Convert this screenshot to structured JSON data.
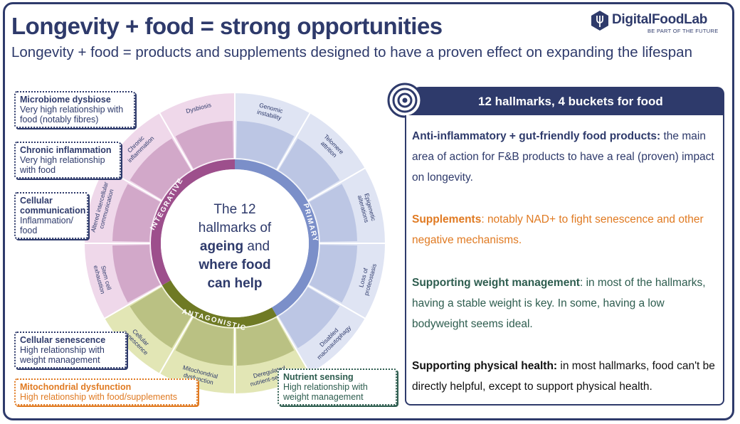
{
  "header": {
    "title": "Longevity + food = strong opportunities",
    "subtitle": "Longevity + food = products and supplements designed to have a proven effect on expanding the lifespan"
  },
  "logo": {
    "name": "DigitalFoodLab",
    "tagline": "BE PART OF THE FUTURE",
    "icon": "hexagon-fork-icon"
  },
  "callouts": [
    {
      "title": "Microbiome dysbiose",
      "text": "Very high relationship with food (notably fibres)"
    },
    {
      "title": "Chronic inflammation",
      "text": "Very high relationship with food"
    },
    {
      "title": "Cellular communication",
      "text": "Inflammation/ food"
    },
    {
      "title": "Cellular senescence",
      "text": "High relationship with weight management"
    },
    {
      "title": "Mitochondrial dysfunction",
      "text": "High relationship with food/supplements"
    },
    {
      "title": "Nutrient sensing",
      "text": "High relationship with weight management"
    }
  ],
  "wheel": {
    "center_line1": "The 12",
    "center_line2": "hallmarks of",
    "center_line3": "ageing",
    "center_line3b": "and",
    "center_line4": "where food",
    "center_line5": "can help",
    "ring_primary": "PRIMARY",
    "ring_antagonistic": "ANTAGONISTIC",
    "ring_integrative": "INTEGRATIVE",
    "segments": [
      {
        "label1": "Genomic",
        "label2": "instability"
      },
      {
        "label1": "Telomere",
        "label2": "attrition"
      },
      {
        "label1": "Epigenetic",
        "label2": "alterations"
      },
      {
        "label1": "Loss of",
        "label2": "proteostasis"
      },
      {
        "label1": "Disabled",
        "label2": "macroautophagy"
      },
      {
        "label1": "Deregulated",
        "label2": "nutrient-sensing"
      },
      {
        "label1": "Mitochondrial",
        "label2": "dysfunction"
      },
      {
        "label1": "Cellular",
        "label2": "senescence"
      },
      {
        "label1": "Stem cell",
        "label2": "exhaustion"
      },
      {
        "label1": "Altered intercellular",
        "label2": "communication"
      },
      {
        "label1": "Chronic",
        "label2": "inflammation"
      },
      {
        "label1": "Dysbiosis",
        "label2": ""
      }
    ],
    "colors": {
      "primary": "#7b8fc9",
      "primary_light": "#dfe4f3",
      "antagonistic": "#6f7a24",
      "antagonistic_light": "#e2e6b5",
      "integrative": "#9d4f8c",
      "integrative_light": "#efd8ea"
    }
  },
  "panel": {
    "header": "12 hallmarks, 4 buckets for food",
    "icon": "target-icon",
    "p1_bold": "Anti-inflammatory + gut-friendly food products:",
    "p1_text": " the main area of action for F&B products to have a real (proven) impact on longevity.",
    "p2_bold": "Supplements",
    "p2_text": ": notably NAD+ to fight senescence and other negative mechanisms.",
    "p3_bold": "Supporting weight management",
    "p3_text": ": in most of the hallmarks, having a stable weight is key. In some, having a low bodyweight seems ideal.",
    "p4_bold": "Supporting physical health:",
    "p4_text": " in most hallmarks, food can't be directly helpful, except to support physical health."
  },
  "theme": {
    "navy": "#2e3a6b",
    "orange": "#e07a22",
    "green": "#2e5d4f"
  }
}
